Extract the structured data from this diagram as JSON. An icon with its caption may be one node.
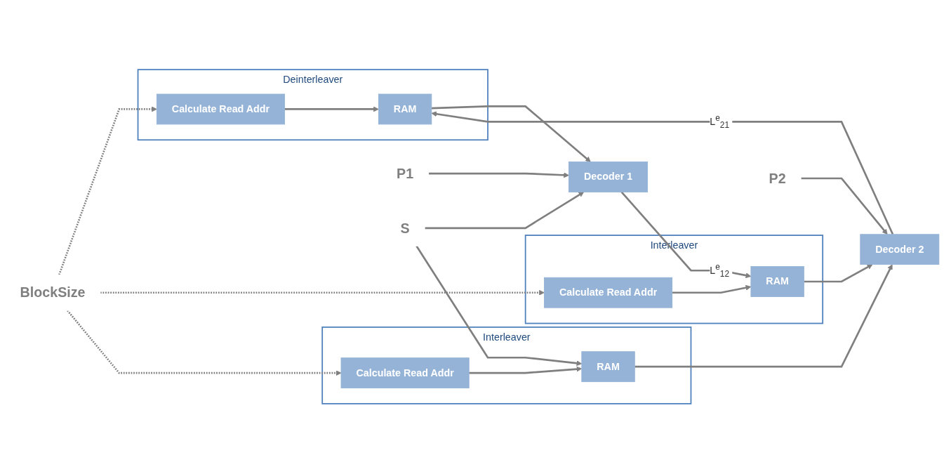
{
  "diagram": {
    "nodes": [
      {
        "text": [
          "Deinterleaver"
        ]
      },
      {
        "text": [
          "RAM"
        ],
        "in": 0
      },
      {
        "text": [
          "Calculate Read Addr"
        ],
        "in": 0
      },
      {
        "text": [
          "P1"
        ]
      },
      {
        "text": [
          "Decoder 1"
        ]
      },
      {
        "text": [
          "S"
        ]
      },
      {
        "text": [
          "Interleaver"
        ]
      },
      {
        "text": [
          "Calculate Read Addr"
        ],
        "in": 6
      },
      {
        "text": [
          "RAM"
        ],
        "in": 6
      },
      {
        "text": [
          "Decoder 2"
        ]
      },
      {
        "text": [
          "Interleaver"
        ]
      },
      {
        "text": [
          "Calculate Read Addr"
        ],
        "in": 10
      },
      {
        "text": [
          "RAM"
        ],
        "in": 10
      },
      {
        "text": [
          "BlockSize"
        ]
      },
      {
        "text": [
          "P2"
        ]
      }
    ],
    "edges": [
      {
        "from": 9,
        "to": 1,
        "arrow": "to",
        "label": "L$^{e}$$_{21}$"
      },
      {
        "from": 2,
        "to": 1,
        "arrow": "to"
      },
      {
        "from": 1,
        "to": 4,
        "arrow": "to"
      },
      {
        "from": 3,
        "to": 4,
        "arrow": "to"
      },
      {
        "from": 5,
        "to": 4,
        "arrow": "to"
      },
      {
        "from": 4,
        "to": 8,
        "arrow": "to",
        "label": "L$^{e}$$_{12}$"
      },
      {
        "from": 5,
        "to": 12,
        "arrow": "to"
      },
      {
        "from": 13,
        "to": 2,
        "arrow": "to",
        "style": "dashed"
      },
      {
        "from": 13,
        "to": 7,
        "arrow": "to",
        "style": "dashed"
      },
      {
        "from": 13,
        "to": 11,
        "arrow": "to",
        "style": "dashed"
      },
      {
        "from": 7,
        "to": 8,
        "arrow": "to"
      },
      {
        "from": 11,
        "to": 12,
        "arrow": "to"
      },
      {
        "from": 8,
        "to": 9,
        "arrow": "to"
      },
      {
        "from": 12,
        "to": 9,
        "arrow": "to"
      },
      {
        "from": 14,
        "to": 9,
        "arrow": "to"
      }
    ]
  }
}
